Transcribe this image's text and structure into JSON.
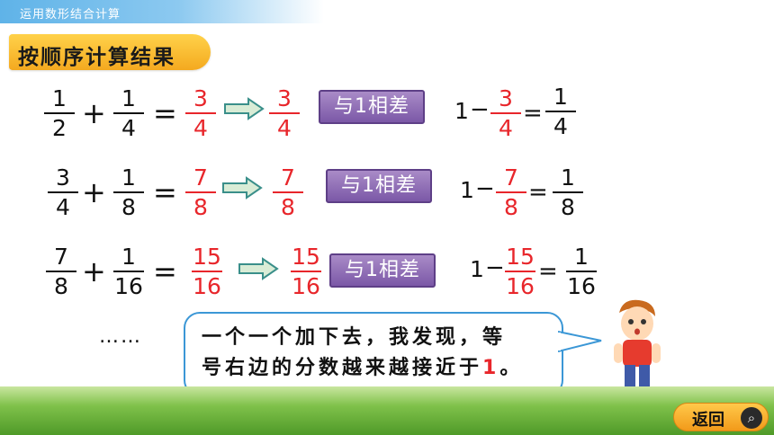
{
  "header": {
    "title": "运用数形结合计算"
  },
  "section": {
    "title": "按顺序计算结果"
  },
  "rows": [
    {
      "a": [
        "1",
        "2"
      ],
      "b": [
        "1",
        "4"
      ],
      "res": [
        "3",
        "4"
      ],
      "moved": [
        "3",
        "4"
      ],
      "button": "与1相差",
      "diff_one": "1",
      "diff_sub": [
        "3",
        "4"
      ],
      "diff_res": [
        "1",
        "4"
      ]
    },
    {
      "a": [
        "3",
        "4"
      ],
      "b": [
        "1",
        "8"
      ],
      "res": [
        "7",
        "8"
      ],
      "moved": [
        "7",
        "8"
      ],
      "button": "与1相差",
      "diff_one": "1",
      "diff_sub": [
        "7",
        "8"
      ],
      "diff_res": [
        "1",
        "8"
      ]
    },
    {
      "a": [
        "7",
        "8"
      ],
      "b": [
        "1",
        "16"
      ],
      "res": [
        "15",
        "16"
      ],
      "moved": [
        "15",
        "16"
      ],
      "button": "与1相差",
      "diff_one": "1",
      "diff_sub": [
        "15",
        "16"
      ],
      "diff_res": [
        "1",
        "16"
      ]
    }
  ],
  "symbols": {
    "plus": "+",
    "equals": "=",
    "minus": "−"
  },
  "ellipsis": "……",
  "bubble": {
    "line1": "一个一个加下去，我发现，等",
    "line2_pre": "号右边的分数越来越接近于",
    "line2_hl": "1",
    "line2_post": "。"
  },
  "nav": {
    "back_label": "返回"
  },
  "colors": {
    "red": "#e8262b",
    "purple": "#7b58a7",
    "orange": "#f4a91f",
    "blue": "#3b97d6"
  }
}
